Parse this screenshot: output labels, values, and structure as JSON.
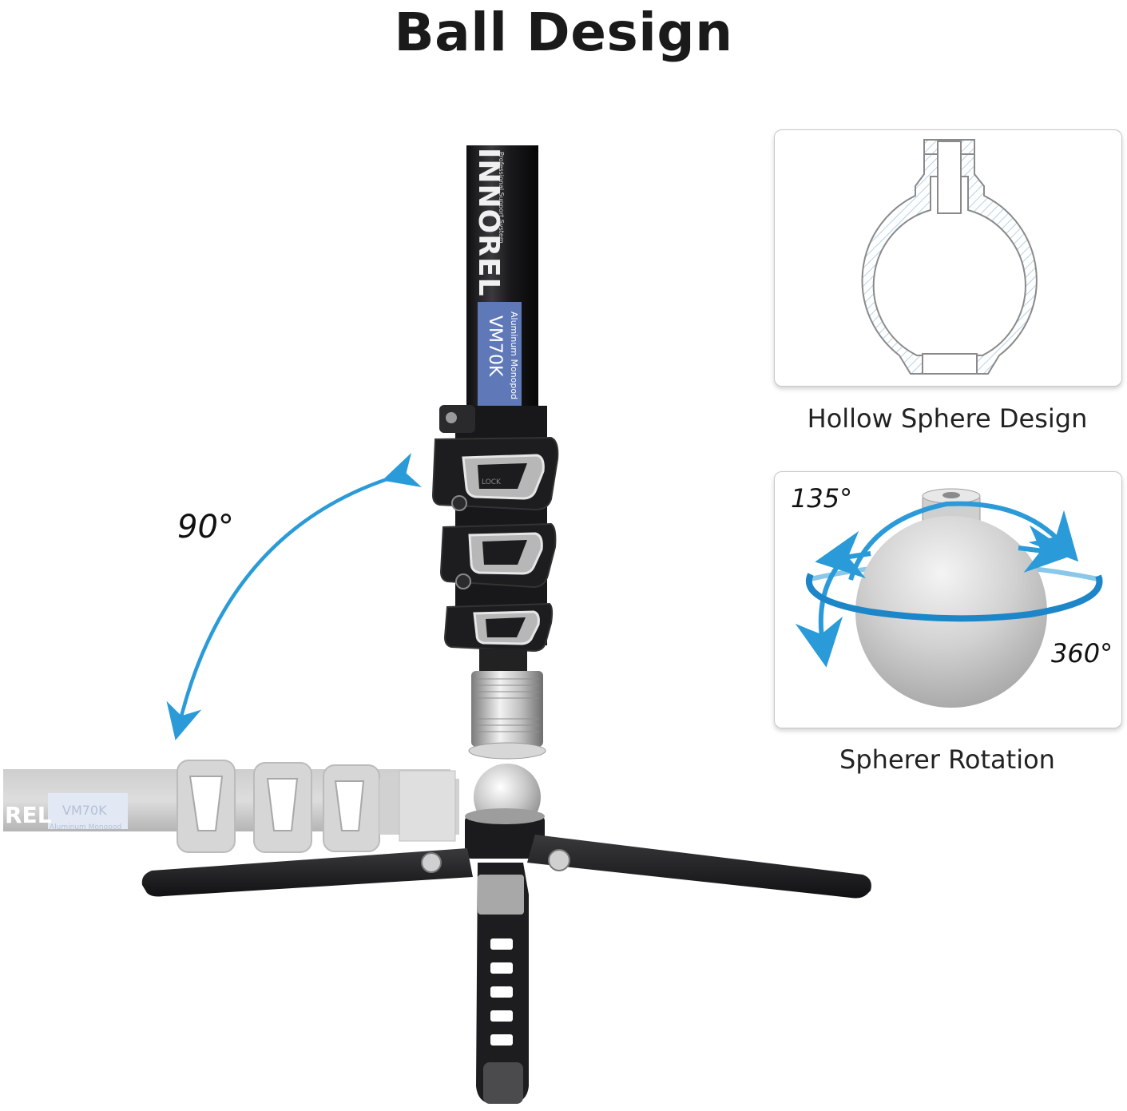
{
  "title": "Ball Design",
  "angles": {
    "tilt": "90°",
    "side_rotation": "135°",
    "pan_rotation": "360°"
  },
  "captions": {
    "hollow": "Hollow Sphere Design",
    "rotation": "Spherer Rotation"
  },
  "product": {
    "brand": "INNOREL",
    "model": "VM70K",
    "subtitle": "Aluminum Monopod",
    "tagline": "Professional Support System",
    "ghost_brand": "REL",
    "ghost_model": "VM70K",
    "ghost_subtitle": "Aluminum Monopod",
    "lock_label": "LOCK"
  },
  "colors": {
    "accent_blue": "#2a9bd8",
    "tube_black": "#1c1c1e",
    "label_blue": "#5f79b8",
    "hatch_blue": "#9cc3de"
  },
  "icons": [
    "curved-arrow-icon",
    "rotation-arrow-icon"
  ]
}
